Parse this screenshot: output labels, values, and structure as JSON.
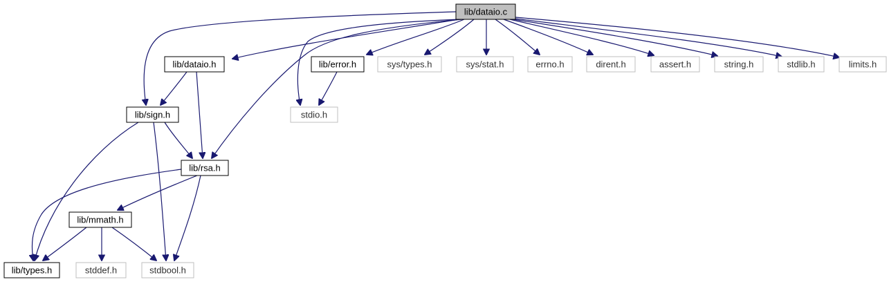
{
  "diagram": {
    "type": "include-dependency-graph",
    "colors": {
      "edge": "#191970",
      "root_fill": "#bfbfbf",
      "local_border": "#000000",
      "system_border": "#bfbfbf",
      "node_fill": "#ffffff"
    },
    "nodes": [
      {
        "id": "dataio_c",
        "label": "lib/dataio.c",
        "kind": "root"
      },
      {
        "id": "dataio_h",
        "label": "lib/dataio.h",
        "kind": "local"
      },
      {
        "id": "error_h",
        "label": "lib/error.h",
        "kind": "local"
      },
      {
        "id": "sys_types_h",
        "label": "sys/types.h",
        "kind": "system"
      },
      {
        "id": "sys_stat_h",
        "label": "sys/stat.h",
        "kind": "system"
      },
      {
        "id": "errno_h",
        "label": "errno.h",
        "kind": "system"
      },
      {
        "id": "dirent_h",
        "label": "dirent.h",
        "kind": "system"
      },
      {
        "id": "assert_h",
        "label": "assert.h",
        "kind": "system"
      },
      {
        "id": "string_h",
        "label": "string.h",
        "kind": "system"
      },
      {
        "id": "stdlib_h",
        "label": "stdlib.h",
        "kind": "system"
      },
      {
        "id": "limits_h",
        "label": "limits.h",
        "kind": "system"
      },
      {
        "id": "sign_h",
        "label": "lib/sign.h",
        "kind": "local"
      },
      {
        "id": "stdio_h",
        "label": "stdio.h",
        "kind": "system"
      },
      {
        "id": "rsa_h",
        "label": "lib/rsa.h",
        "kind": "local"
      },
      {
        "id": "mmath_h",
        "label": "lib/mmath.h",
        "kind": "local"
      },
      {
        "id": "types_h",
        "label": "lib/types.h",
        "kind": "local"
      },
      {
        "id": "stddef_h",
        "label": "stddef.h",
        "kind": "system"
      },
      {
        "id": "stdbool_h",
        "label": "stdbool.h",
        "kind": "system"
      }
    ],
    "edges": [
      {
        "from": "dataio_c",
        "to": "dataio_h"
      },
      {
        "from": "dataio_c",
        "to": "error_h"
      },
      {
        "from": "dataio_c",
        "to": "sys_types_h"
      },
      {
        "from": "dataio_c",
        "to": "sys_stat_h"
      },
      {
        "from": "dataio_c",
        "to": "errno_h"
      },
      {
        "from": "dataio_c",
        "to": "dirent_h"
      },
      {
        "from": "dataio_c",
        "to": "assert_h"
      },
      {
        "from": "dataio_c",
        "to": "string_h"
      },
      {
        "from": "dataio_c",
        "to": "stdlib_h"
      },
      {
        "from": "dataio_c",
        "to": "limits_h"
      },
      {
        "from": "dataio_c",
        "to": "sign_h"
      },
      {
        "from": "dataio_c",
        "to": "stdio_h"
      },
      {
        "from": "dataio_c",
        "to": "rsa_h"
      },
      {
        "from": "dataio_h",
        "to": "sign_h"
      },
      {
        "from": "dataio_h",
        "to": "rsa_h"
      },
      {
        "from": "error_h",
        "to": "stdio_h"
      },
      {
        "from": "sign_h",
        "to": "rsa_h"
      },
      {
        "from": "sign_h",
        "to": "types_h"
      },
      {
        "from": "sign_h",
        "to": "stdbool_h"
      },
      {
        "from": "rsa_h",
        "to": "mmath_h"
      },
      {
        "from": "rsa_h",
        "to": "types_h"
      },
      {
        "from": "rsa_h",
        "to": "stdbool_h"
      },
      {
        "from": "mmath_h",
        "to": "types_h"
      },
      {
        "from": "mmath_h",
        "to": "stddef_h"
      },
      {
        "from": "mmath_h",
        "to": "stdbool_h"
      }
    ]
  }
}
